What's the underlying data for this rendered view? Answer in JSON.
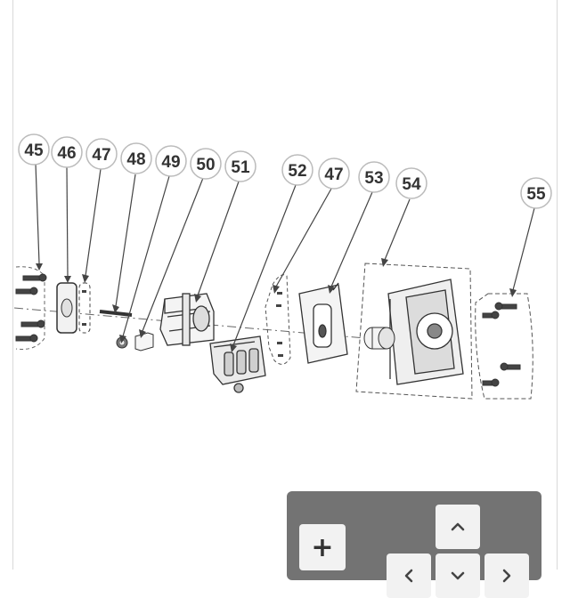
{
  "callouts": [
    {
      "id": "c45",
      "label": "45"
    },
    {
      "id": "c46",
      "label": "46"
    },
    {
      "id": "c47a",
      "label": "47"
    },
    {
      "id": "c48",
      "label": "48"
    },
    {
      "id": "c49",
      "label": "49"
    },
    {
      "id": "c50",
      "label": "50"
    },
    {
      "id": "c51",
      "label": "51"
    },
    {
      "id": "c52",
      "label": "52"
    },
    {
      "id": "c47b",
      "label": "47"
    },
    {
      "id": "c53",
      "label": "53"
    },
    {
      "id": "c54",
      "label": "54"
    },
    {
      "id": "c55",
      "label": "55"
    }
  ],
  "controls": {
    "zoom_in_label": "+",
    "pan_up_icon": "chevron-up-icon",
    "pan_left_icon": "chevron-left-icon",
    "pan_down_icon": "chevron-down-icon",
    "pan_right_icon": "chevron-right-icon"
  },
  "colors": {
    "line": "#555555",
    "panel": "#737373",
    "button": "#f2f2f2"
  }
}
